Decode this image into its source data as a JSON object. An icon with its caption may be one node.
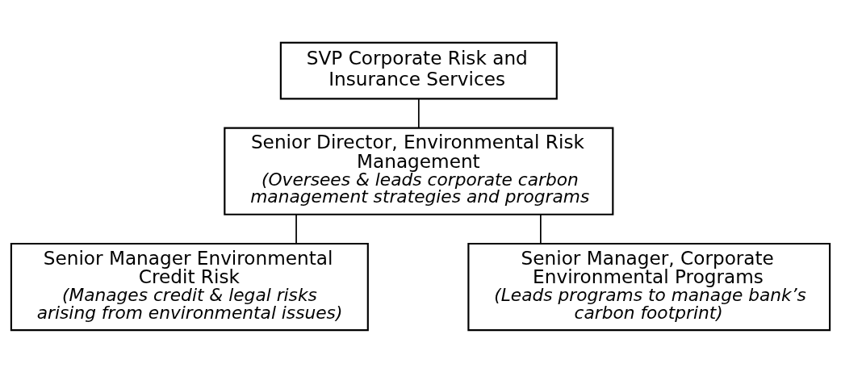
{
  "diagram": {
    "nodes": [
      {
        "text": [
          "SVP Corporate Risk and Insurance Services"
        ]
      },
      {
        "text": [
          "Senior Director, Environmental Risk Management",
          "(Oversees & leads corporate carbon management strategies and programs"
        ]
      },
      {
        "text": [
          "Senior Manager Environmental Credit Risk",
          "(Manages credit & legal risks arising from environmental issues)"
        ]
      },
      {
        "text": [
          "Senior Manager, Corporate Environmental Programs",
          "(Leads programs to manage bank’s carbon footprint)"
        ]
      }
    ],
    "edges": [
      {
        "from": 0,
        "to": 1,
        "arrow": "none"
      },
      {
        "from": 1,
        "to": 2,
        "arrow": "none"
      },
      {
        "from": 1,
        "to": 3,
        "arrow": "none"
      }
    ]
  }
}
